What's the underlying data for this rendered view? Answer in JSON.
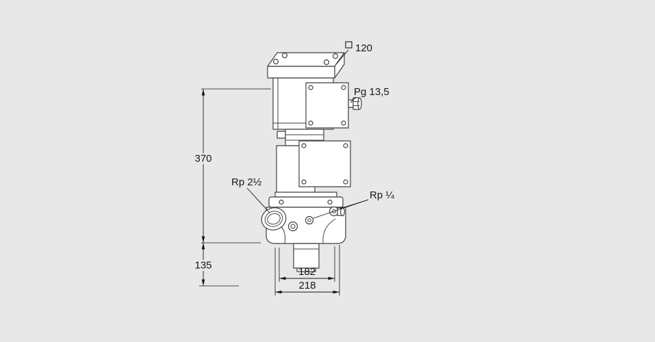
{
  "canvas": {
    "background": "#e8e8e8",
    "drawing_stroke": "#3f3f3f",
    "annotation_color": "#161616",
    "part_fill": "#ffffff"
  },
  "drawing": {
    "subject": "motorized-gas-valve-dimension-drawing",
    "labels": {
      "square_size": "120",
      "cable_gland": "Pg 13,5",
      "inlet_connection": "Rp 2½",
      "tap_connection": "Rp ¼"
    },
    "dimensions": {
      "height_upper": "370",
      "height_lower": "135",
      "width_inner": "182",
      "width_outer": "218"
    }
  }
}
